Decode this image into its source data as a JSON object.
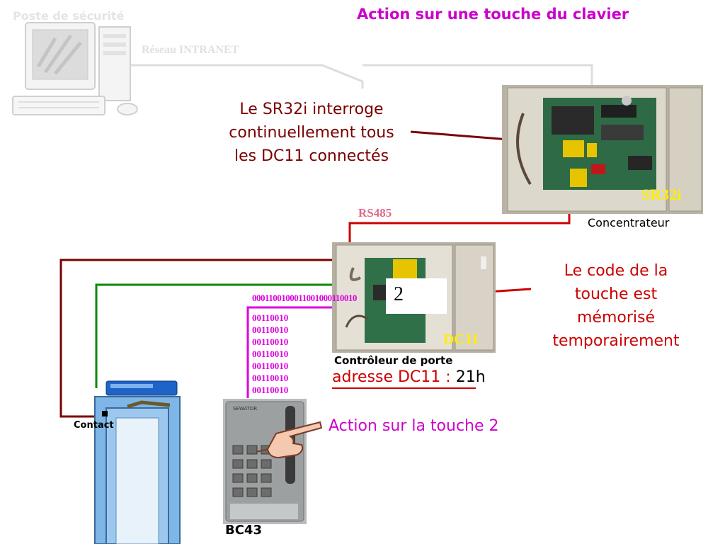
{
  "title": "Action sur une touche du clavier",
  "labels": {
    "poste": "Poste de sécurité",
    "reseau": "Réseau INTRANET",
    "sr_description": [
      "Le SR32i interroge",
      "continuellement tous",
      "les DC11 connectés"
    ],
    "code_description": [
      "Le code de la",
      "touche est",
      "mémorisé",
      "temporairement"
    ],
    "rs485": "RS485",
    "concentrateur": "Concentrateur",
    "sr32i": "SR32i",
    "dc11": "DC11",
    "controleur": "Contrôleur de porte",
    "adresse_prefix": "adresse DC11 : ",
    "adresse_value": "21h",
    "action": "Action sur la touche 2",
    "contact": "Contact",
    "bc43": "BC43",
    "digit": "2",
    "bits_row": "0001100100011001000110010",
    "bits_col": [
      "00110010",
      "00110010",
      "00110010",
      "00110010",
      "00110010",
      "00110010",
      "00110010"
    ],
    "reader_brand": "SEWATOR"
  },
  "colors": {
    "title": "#cc00cc",
    "wire_dark_red": "#7a0000",
    "wire_red": "#cc0000",
    "wire_green": "#0a8a0a",
    "wire_magenta": "#dd00dd",
    "network": "#dddddd",
    "device_label": "#ffee00"
  },
  "icons": [
    "computer-icon",
    "door-icon",
    "keypad-reader-icon",
    "pointing-hand-icon"
  ]
}
